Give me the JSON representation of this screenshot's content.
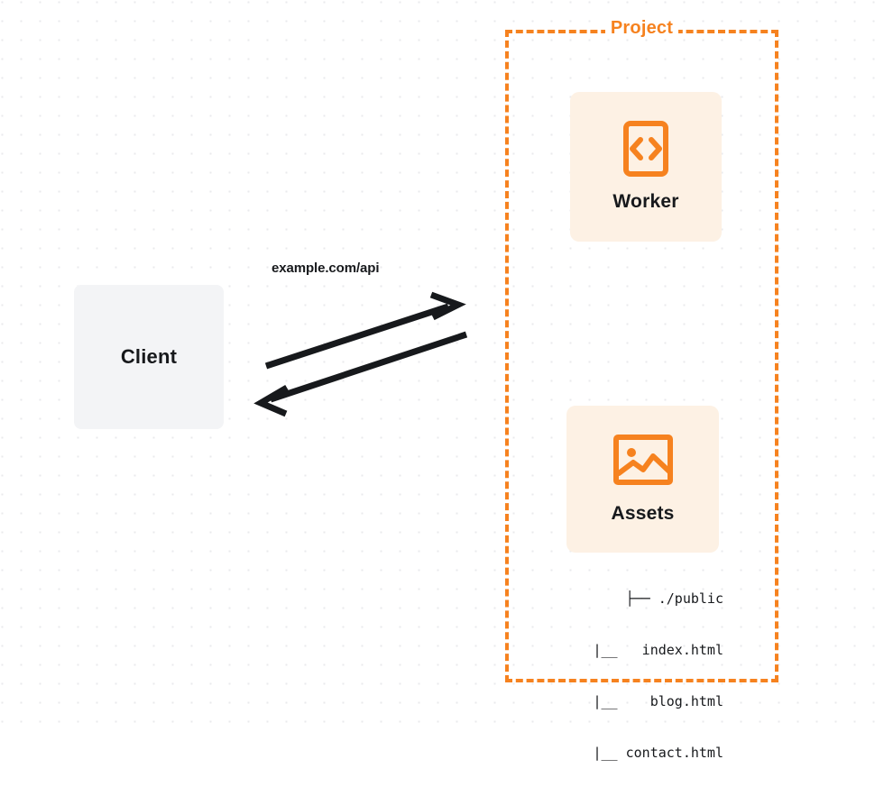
{
  "diagram": {
    "background": {
      "style": "dot-grid",
      "dot_color": "#e9eaec",
      "page_color": "#ffffff"
    },
    "colors": {
      "accent": "#f6821f",
      "card_fill": "#fdf1e4",
      "node_fill": "#f3f4f6",
      "text": "#17191c"
    },
    "client": {
      "label": "Client"
    },
    "connector": {
      "label": "example.com/api",
      "request_direction": "client-to-project",
      "response_direction": "project-to-client",
      "color": "#17191c"
    },
    "project": {
      "title": "Project",
      "cards": [
        {
          "label": "Worker",
          "icon": "code-brackets-icon"
        },
        {
          "label": "Assets",
          "icon": "image-picture-icon"
        }
      ],
      "file_tree": [
        {
          "branch": "├──",
          "name": "./public"
        },
        {
          "branch": "|__",
          "name": "index.html"
        },
        {
          "branch": "|__",
          "name": "blog.html"
        },
        {
          "branch": "|__",
          "name": "contact.html"
        }
      ]
    }
  }
}
